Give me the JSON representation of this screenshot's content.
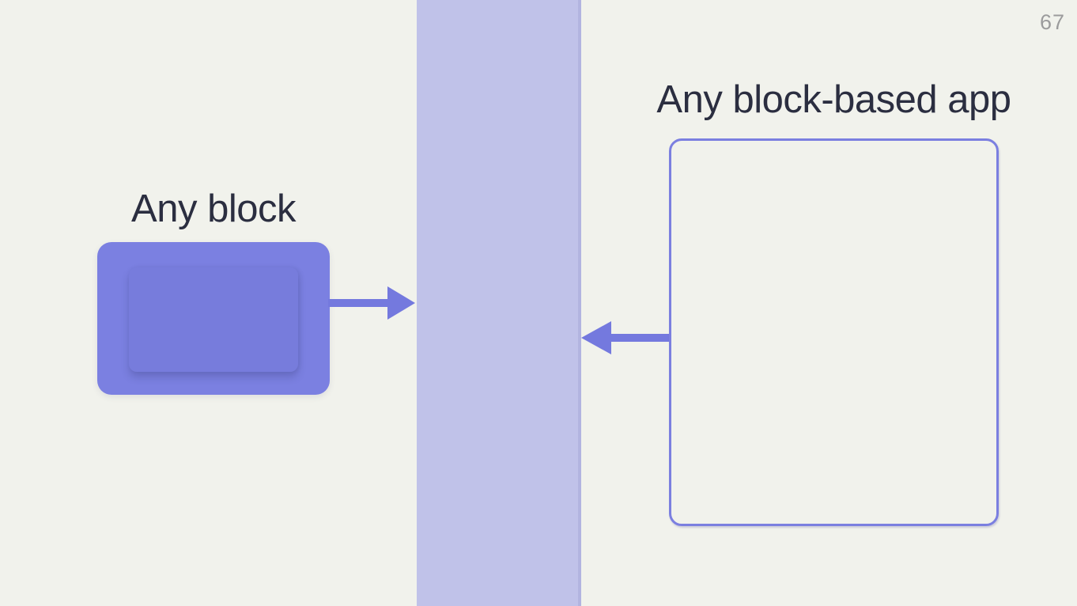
{
  "page": {
    "number": "67"
  },
  "left_section": {
    "title": "Any block"
  },
  "right_section": {
    "title": "Any block-based app"
  },
  "icons": {
    "arrow_right": "arrow-right-icon",
    "arrow_left": "arrow-left-icon"
  },
  "colors": {
    "background": "#f1f2ec",
    "band_fill": "#c0c2e9",
    "band_edge": "#b2b4e0",
    "block_fill": "#7b80e1",
    "block_inner_fill": "#777cdc",
    "arrow": "#7479de",
    "app_box_border": "#7b7fe0",
    "title_text": "#2b2e40",
    "page_number_text": "#9b9b9c"
  }
}
